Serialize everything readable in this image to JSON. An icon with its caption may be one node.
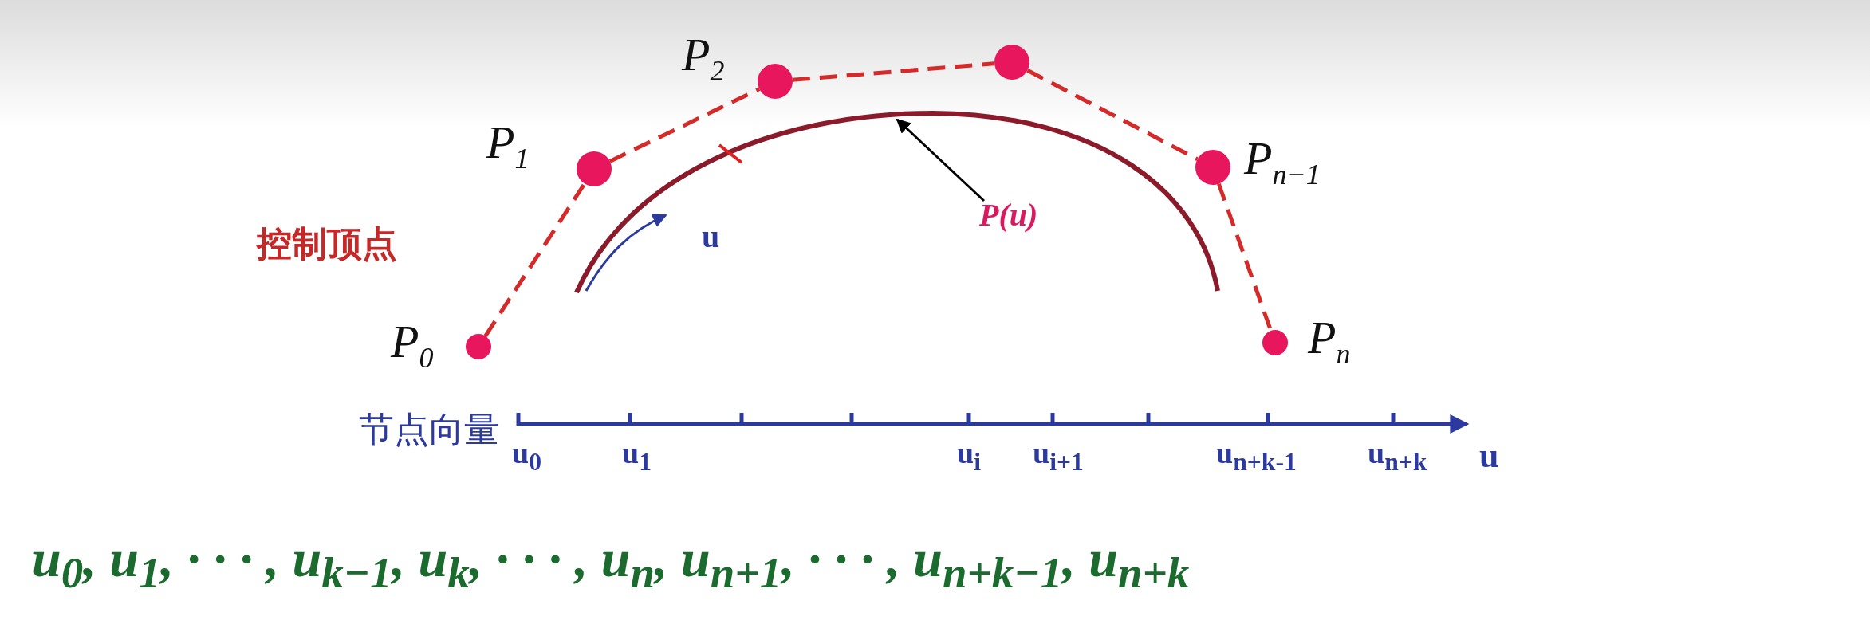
{
  "diagram": {
    "nodes": [
      {
        "text": [],
        "shape": "circle",
        "beside": [
          "P$_{0}$"
        ]
      },
      {
        "text": [],
        "shape": "circle",
        "beside": [
          "P$_{1}$"
        ]
      },
      {
        "text": [],
        "shape": "circle",
        "beside": [
          "P$_{2}$"
        ]
      },
      {
        "text": [],
        "shape": "circle"
      },
      {
        "text": [],
        "shape": "circle",
        "beside": [
          "P$_{n−1}$"
        ]
      },
      {
        "text": [],
        "shape": "circle",
        "beside": [
          "P$_{n}$"
        ]
      },
      {
        "text": [
          "P(u)"
        ]
      }
    ],
    "edges": [
      {
        "from": 0,
        "to": 1,
        "arrow": "none",
        "style": "dashed"
      },
      {
        "from": 1,
        "to": 2,
        "arrow": "none",
        "style": "dashed"
      },
      {
        "from": 2,
        "to": 3,
        "arrow": "none",
        "style": "dashed"
      },
      {
        "from": 3,
        "to": 4,
        "arrow": "none",
        "style": "dashed"
      },
      {
        "from": 4,
        "to": 5,
        "arrow": "none",
        "style": "dashed"
      },
      {
        "from": 6,
        "to": null,
        "arrow": "to",
        "color": "#000000"
      }
    ],
    "labels": [
      "控制顶点",
      "u",
      "节点向量",
      "u$_{0}$",
      "u$_{1}$",
      "u$_{i}$",
      "u$_{i+1}$",
      "u$_{n+k-1}$",
      "u$_{n+k}$",
      "u",
      "u$_{0}$, u$_{1}$, · · · , u$_{k−1}$, u$_{k}$, · · · , u$_{n}$, u$_{n+1}$, · · · , u$_{n+k−1}$, u$_{n+k}$"
    ]
  }
}
